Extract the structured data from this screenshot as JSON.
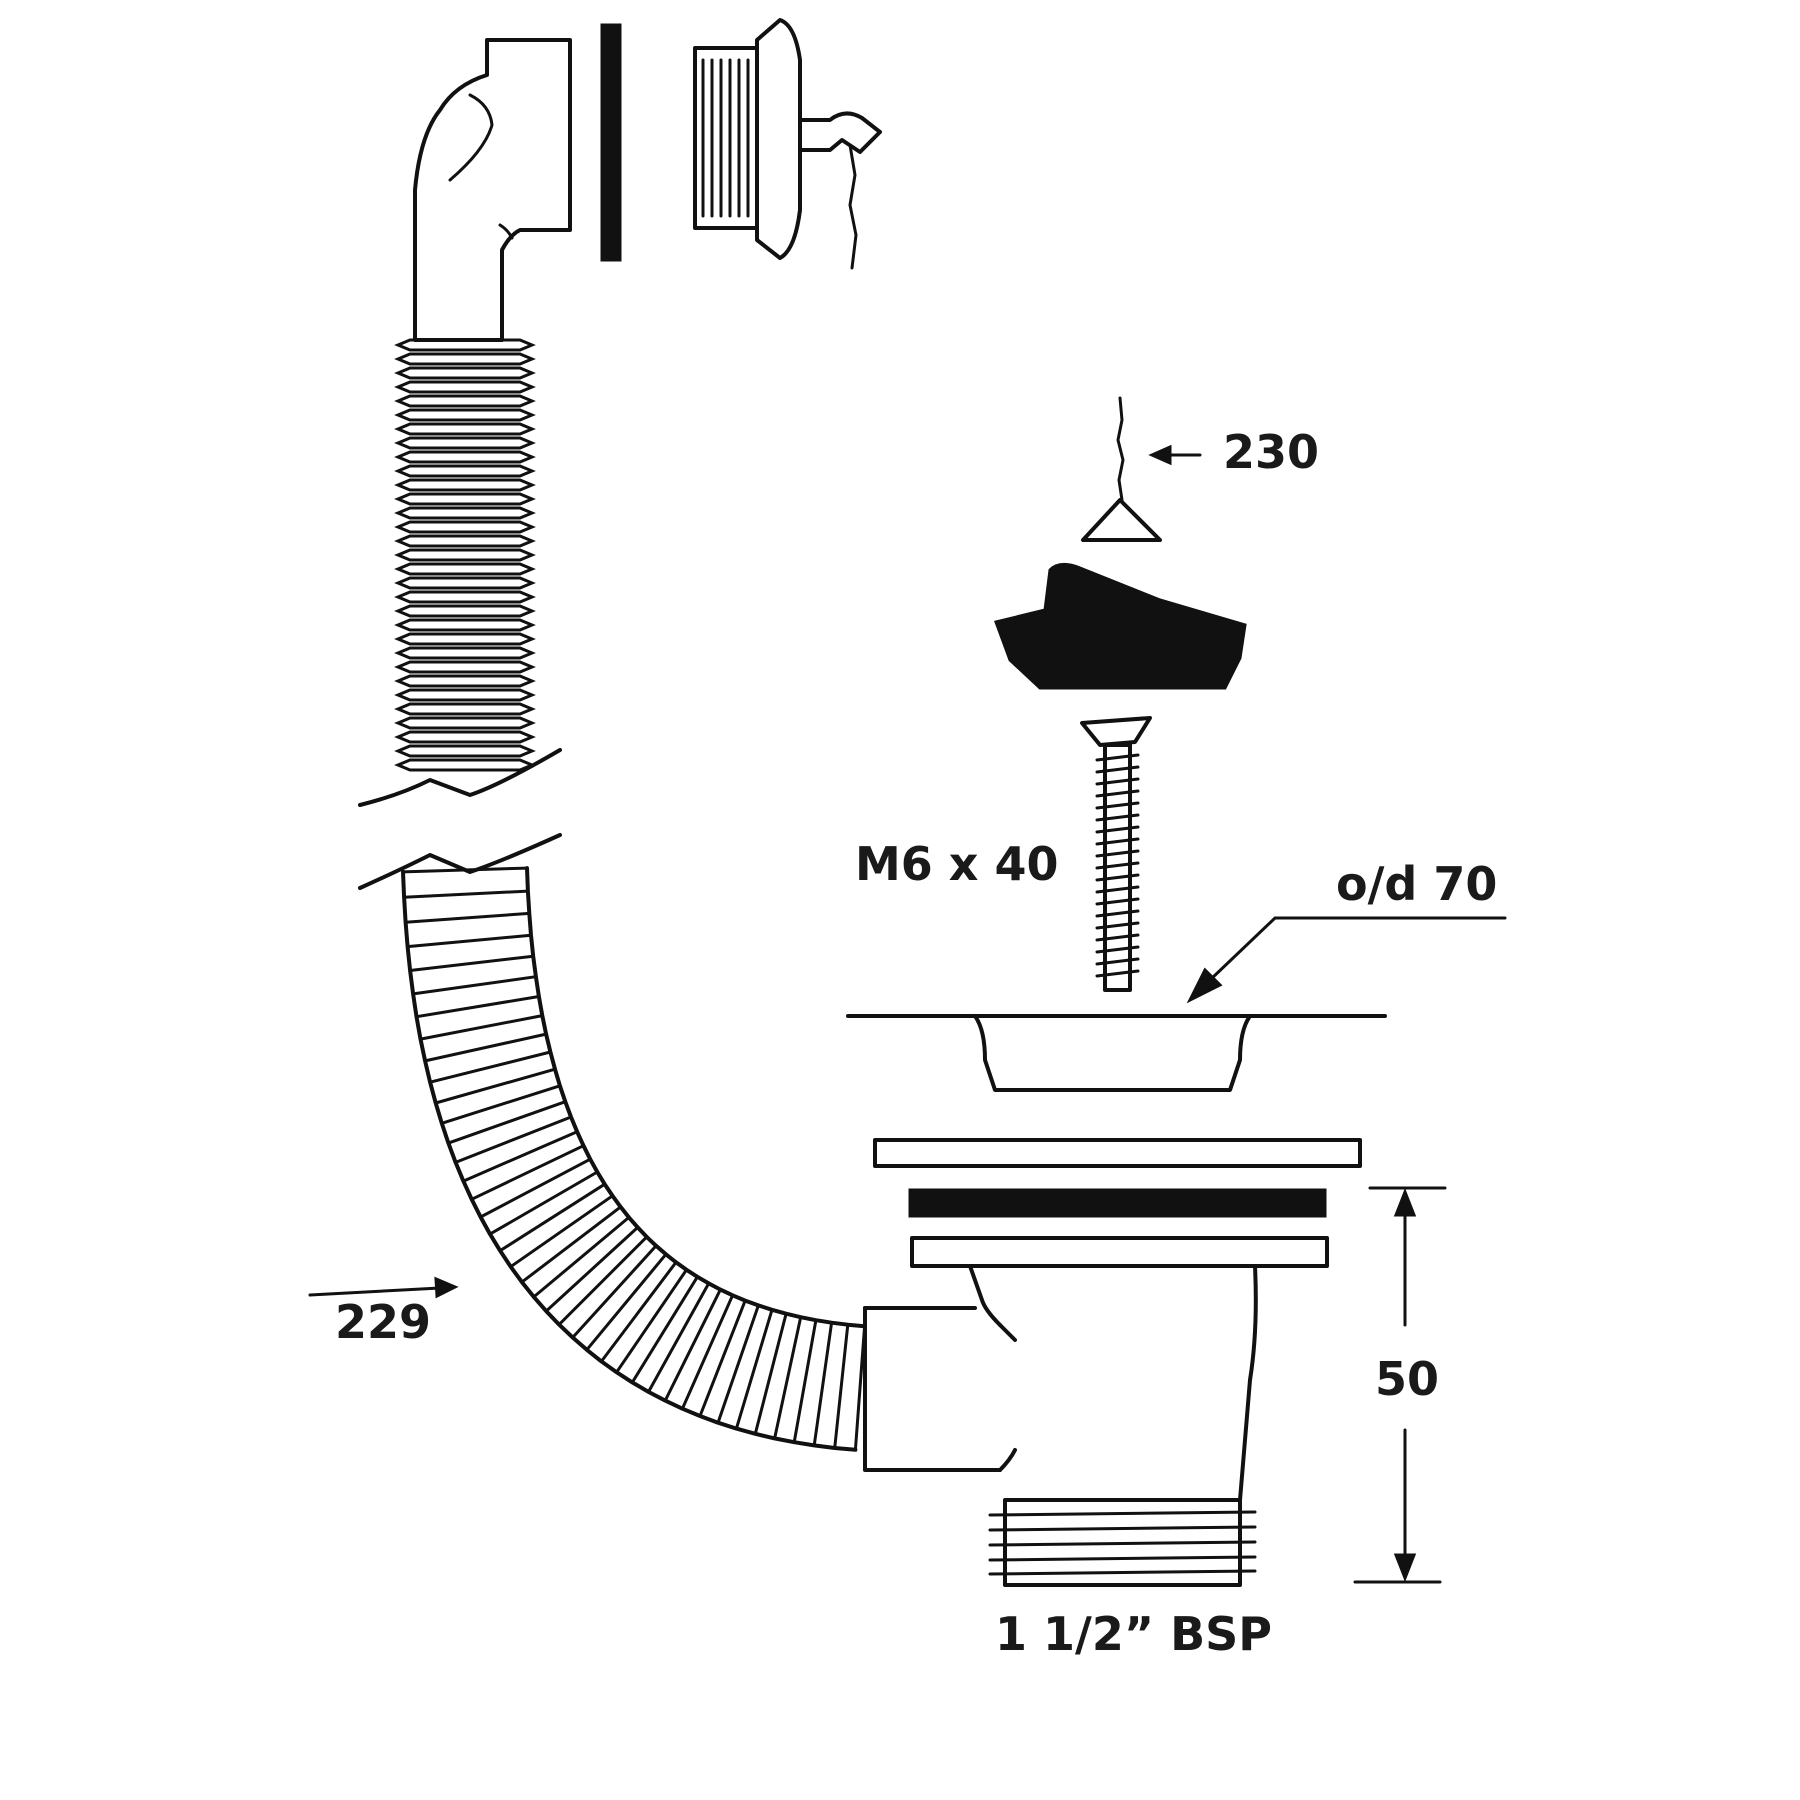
{
  "labels": {
    "chain": "230",
    "screw": "M6 x 40",
    "outer_diameter": "o/d 70",
    "height": "50",
    "thread": "1 1/2” BSP",
    "overflow_hose": "229"
  },
  "colors": {
    "ink": "#111111",
    "text": "#1a1a1a",
    "background": "#ffffff"
  }
}
